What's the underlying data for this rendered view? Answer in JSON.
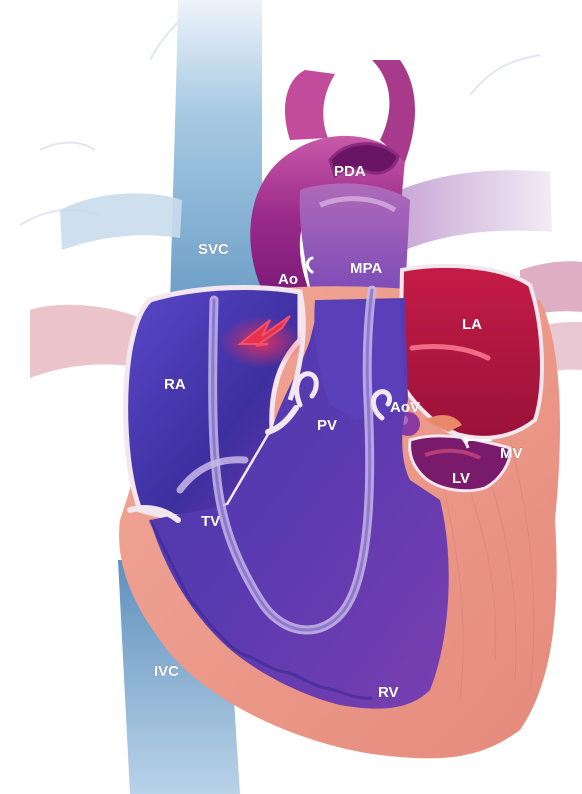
{
  "diagram": {
    "labels": {
      "pda": "PDA",
      "svc": "SVC",
      "ao": "Ao",
      "mpa": "MPA",
      "la": "LA",
      "ra": "RA",
      "pv": "PV",
      "aov": "AoV",
      "mv": "MV",
      "lv": "LV",
      "tv": "TV",
      "ivc": "IVC",
      "rv": "RV"
    },
    "colors": {
      "right_heart": "#4a3aa8",
      "left_atrium": "#b0173f",
      "myocardium": "#e89888",
      "aorta": "#9a2a8a",
      "vena_cava": "#8ab8d8",
      "pulmonary_vessel": "#d8c8e0",
      "flow_arrow": "#e8304a",
      "wall_outline": "#f3e6ee"
    }
  }
}
